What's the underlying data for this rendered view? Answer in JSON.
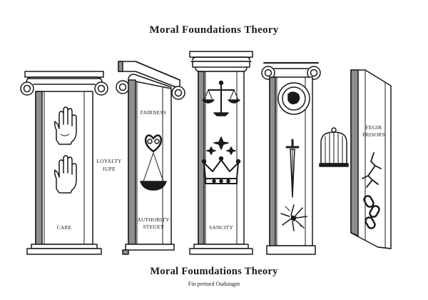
{
  "title": "Moral Foundations Theory",
  "footer": {
    "title": "Moral Foumdations Theory",
    "subtitle": "Fin perined Ouduiagnt"
  },
  "pillars": [
    {
      "id": "care",
      "label": "CARE",
      "icons": [
        "raised-hand-icon",
        "raised-hand-icon"
      ]
    },
    {
      "id": "fairness",
      "label": "FAIRNESS",
      "bottom_label": "AUTHORITY STEUET",
      "icons": [
        "pretzel-icon",
        "balance-scale-icon"
      ]
    },
    {
      "id": "sanctity",
      "label": "SANCITY",
      "icons": [
        "balance-scale-icon",
        "crown-icon"
      ]
    },
    {
      "id": "fourth",
      "label": "",
      "icons": [
        "seal-icon",
        "sword-icon",
        "burst-icon"
      ]
    },
    {
      "id": "liberty",
      "label": "FEGIR FRISORS",
      "icons": [
        "crack-icon",
        "broken-chain-icon"
      ]
    }
  ],
  "side_labels": {
    "loyalty": "LOYALTY IUPE"
  },
  "colors": {
    "stroke": "#1a1a1a",
    "shade": "#8e8e8e",
    "background": "#ffffff"
  }
}
